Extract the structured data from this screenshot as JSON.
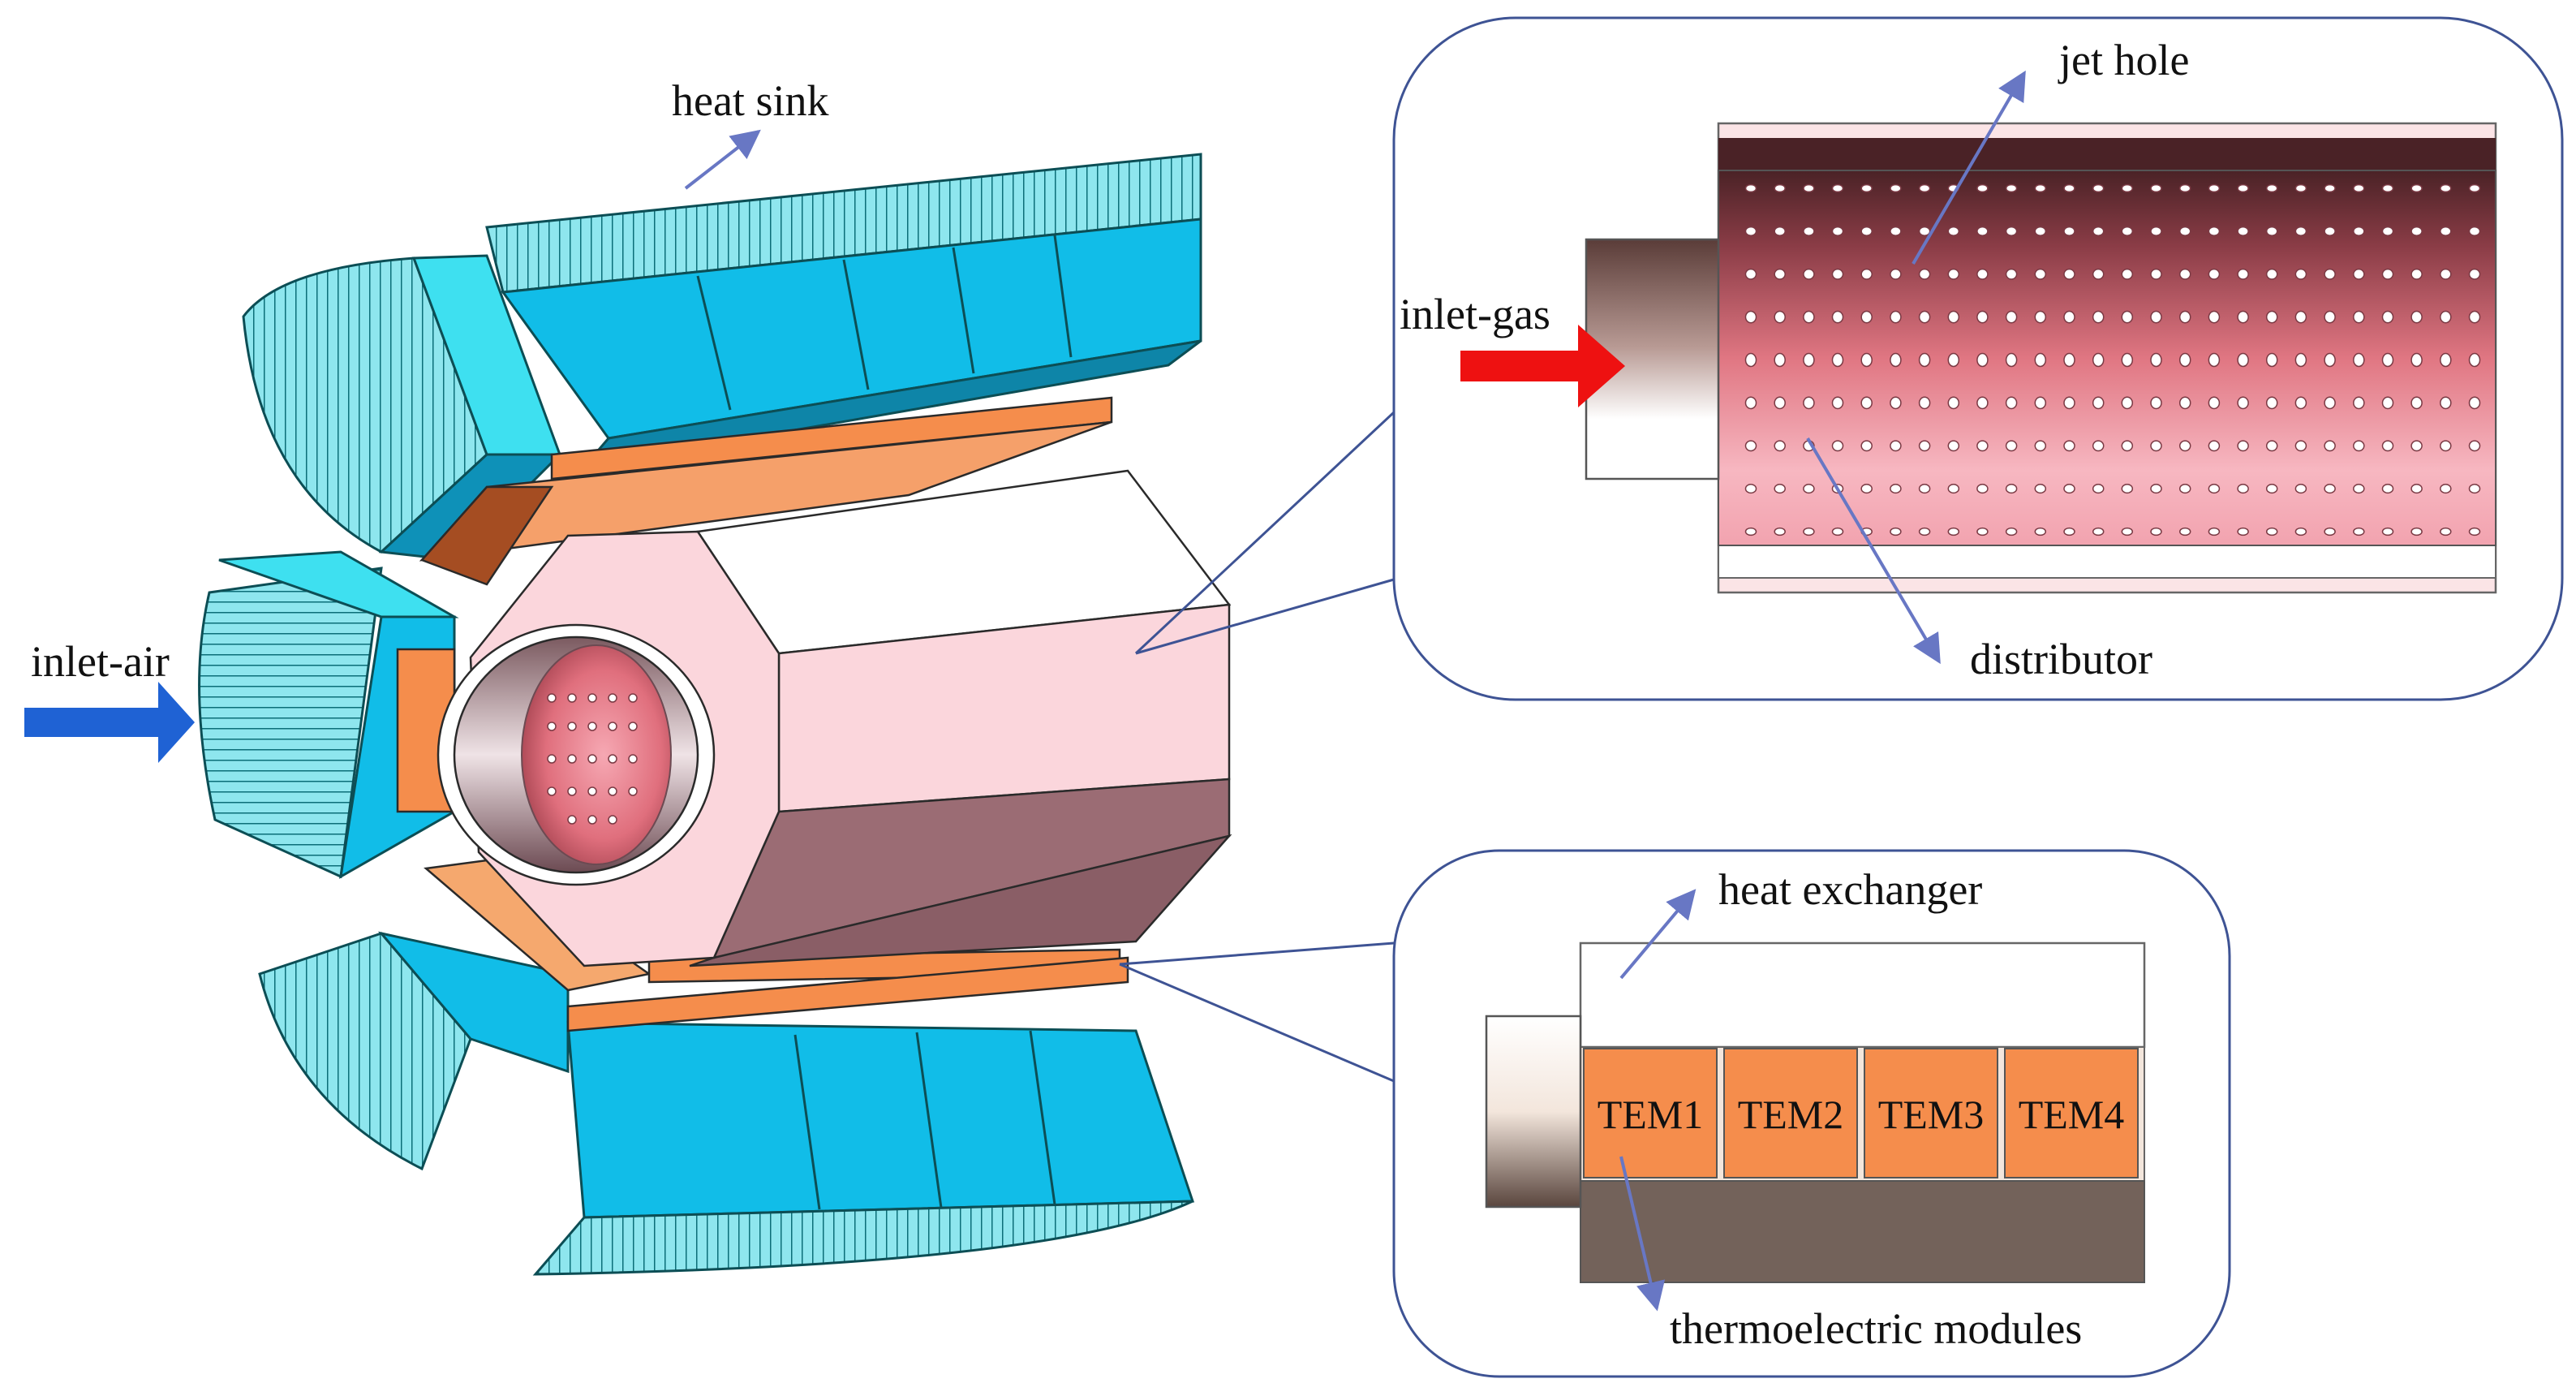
{
  "labels": {
    "heat_sink": "heat sink",
    "inlet_air": "inlet-air",
    "jet_hole": "jet hole",
    "inlet_gas": "inlet-gas",
    "distributor": "distributor",
    "heat_exchanger": "heat exchanger",
    "thermoelectric_modules": "thermoelectric modules"
  },
  "modules": [
    "TEM1",
    "TEM2",
    "TEM3",
    "TEM4"
  ],
  "colors": {
    "heat_sink": "#11bde8",
    "heat_sink_light": "#3ee0f0",
    "fins": "#1aa8b4",
    "thermoelectric": "#f58d4c",
    "thermoelectric_dark": "#a54d22",
    "exchanger_light": "#fbd6dc",
    "exchanger_dark": "#9b6c74",
    "callout_border": "#3e5394",
    "inlet_air_arrow": "#1f62d4",
    "inlet_gas_arrow": "#ee1111",
    "annotation_arrow": "#6877c4",
    "lower_plate": "#73625a"
  }
}
